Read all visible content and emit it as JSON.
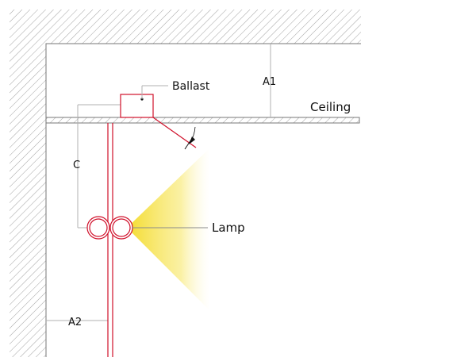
{
  "labels": {
    "ballast": "Ballast",
    "ceiling": "Ceiling",
    "lamp": "Lamp",
    "dim_a1": "A1",
    "dim_a2": "A2",
    "dim_c": "C"
  },
  "colors": {
    "background": "#ffffff",
    "hatch": "#8a8a8a",
    "fixture": "#d0102a",
    "dimension": "#b0b0b0",
    "light": "#f7e34a",
    "text": "#111111"
  }
}
